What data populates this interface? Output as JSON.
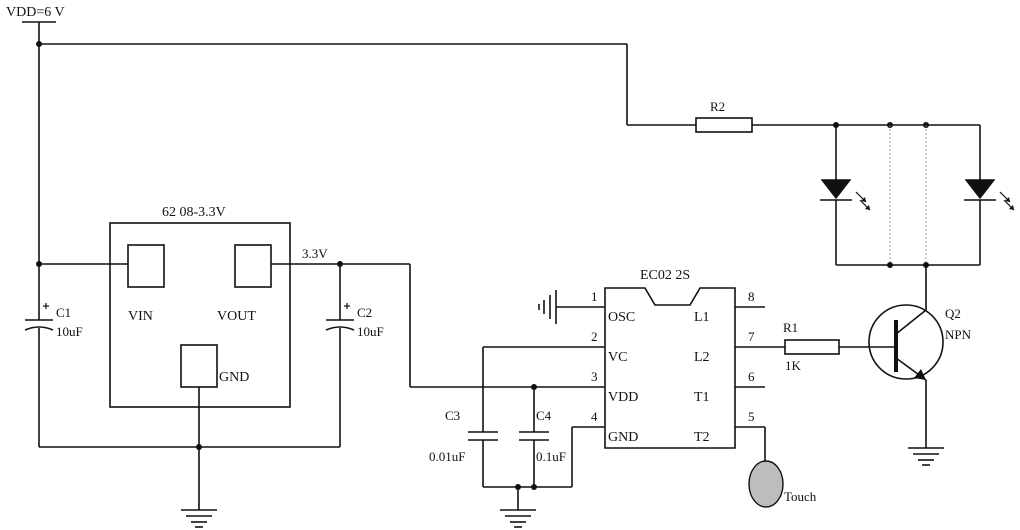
{
  "supply": {
    "label": "VDD=6 V"
  },
  "regulator": {
    "name": "62 08-3.3V",
    "pin_vin": "VIN",
    "pin_vout": "VOUT",
    "pin_gnd": "GND",
    "output_label": "3.3V"
  },
  "capacitors": {
    "c1": {
      "ref": "C1",
      "value": "10uF"
    },
    "c2": {
      "ref": "C2",
      "value": "10uF"
    },
    "c3": {
      "ref": "C3",
      "value": "0.01uF"
    },
    "c4": {
      "ref": "C4",
      "value": "0.1uF"
    }
  },
  "ic": {
    "name": "EC02 2S",
    "left_pins": [
      {
        "num": "1",
        "name": "OSC"
      },
      {
        "num": "2",
        "name": "VC"
      },
      {
        "num": "3",
        "name": "VDD"
      },
      {
        "num": "4",
        "name": "GND"
      }
    ],
    "right_pins": [
      {
        "num": "8",
        "name": "L1"
      },
      {
        "num": "7",
        "name": "L2"
      },
      {
        "num": "6",
        "name": "T1"
      },
      {
        "num": "5",
        "name": "T2"
      }
    ]
  },
  "resistors": {
    "r1": {
      "ref": "R1",
      "value": "1K"
    },
    "r2": {
      "ref": "R2"
    }
  },
  "transistor": {
    "ref": "Q2",
    "type": "NPN"
  },
  "touch": {
    "label": "Touch"
  }
}
